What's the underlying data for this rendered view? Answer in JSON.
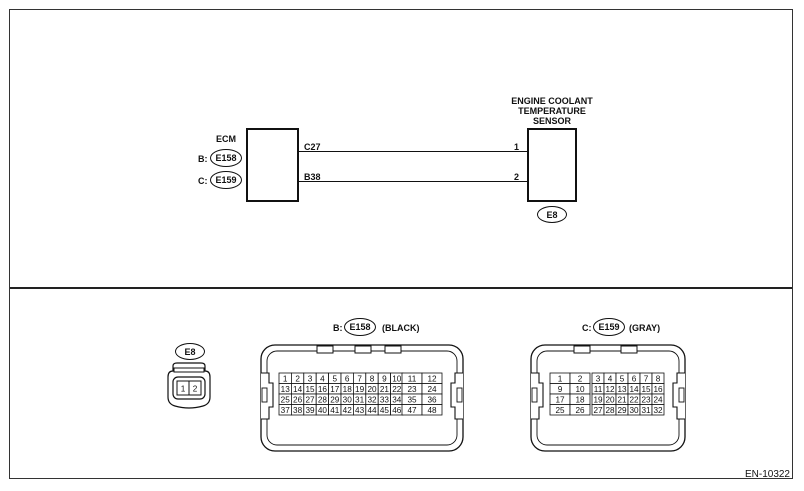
{
  "diagram": {
    "ecm": {
      "label": "ECM",
      "conn_b_prefix": "B:",
      "conn_b_code": "E158",
      "conn_c_prefix": "C:",
      "conn_c_code": "E159"
    },
    "sensor": {
      "label_1": "ENGINE COOLANT",
      "label_2": "TEMPERATURE",
      "label_3": "SENSOR",
      "connector": "E8"
    },
    "wires": [
      {
        "from": "C27",
        "to": "1"
      },
      {
        "from": "B38",
        "to": "2"
      }
    ]
  },
  "connectors": {
    "e8": {
      "code": "E8",
      "pins": [
        "1",
        "2"
      ]
    },
    "e158": {
      "prefix": "B:",
      "code": "E158",
      "color": "(BLACK)",
      "rows_left": [
        [
          "1",
          "2",
          "3",
          "4",
          "5",
          "6",
          "7",
          "8",
          "9",
          "10"
        ],
        [
          "13",
          "14",
          "15",
          "16",
          "17",
          "18",
          "19",
          "20",
          "21",
          "22"
        ],
        [
          "25",
          "26",
          "27",
          "28",
          "29",
          "30",
          "31",
          "32",
          "33",
          "34"
        ],
        [
          "37",
          "38",
          "39",
          "40",
          "41",
          "42",
          "43",
          "44",
          "45",
          "46"
        ]
      ],
      "rows_right": [
        [
          "11",
          "12"
        ],
        [
          "23",
          "24"
        ],
        [
          "35",
          "36"
        ],
        [
          "47",
          "48"
        ]
      ]
    },
    "e159": {
      "prefix": "C:",
      "code": "E159",
      "color": "(GRAY)",
      "rows_left": [
        [
          "1",
          "2"
        ],
        [
          "9",
          "10"
        ],
        [
          "17",
          "18"
        ],
        [
          "25",
          "26"
        ]
      ],
      "rows_right": [
        [
          "3",
          "4",
          "5",
          "6",
          "7",
          "8"
        ],
        [
          "11",
          "12",
          "13",
          "14",
          "15",
          "16"
        ],
        [
          "19",
          "20",
          "21",
          "22",
          "23",
          "24"
        ],
        [
          "27",
          "28",
          "29",
          "30",
          "31",
          "32"
        ]
      ]
    }
  },
  "footer": {
    "code": "EN-10322"
  }
}
